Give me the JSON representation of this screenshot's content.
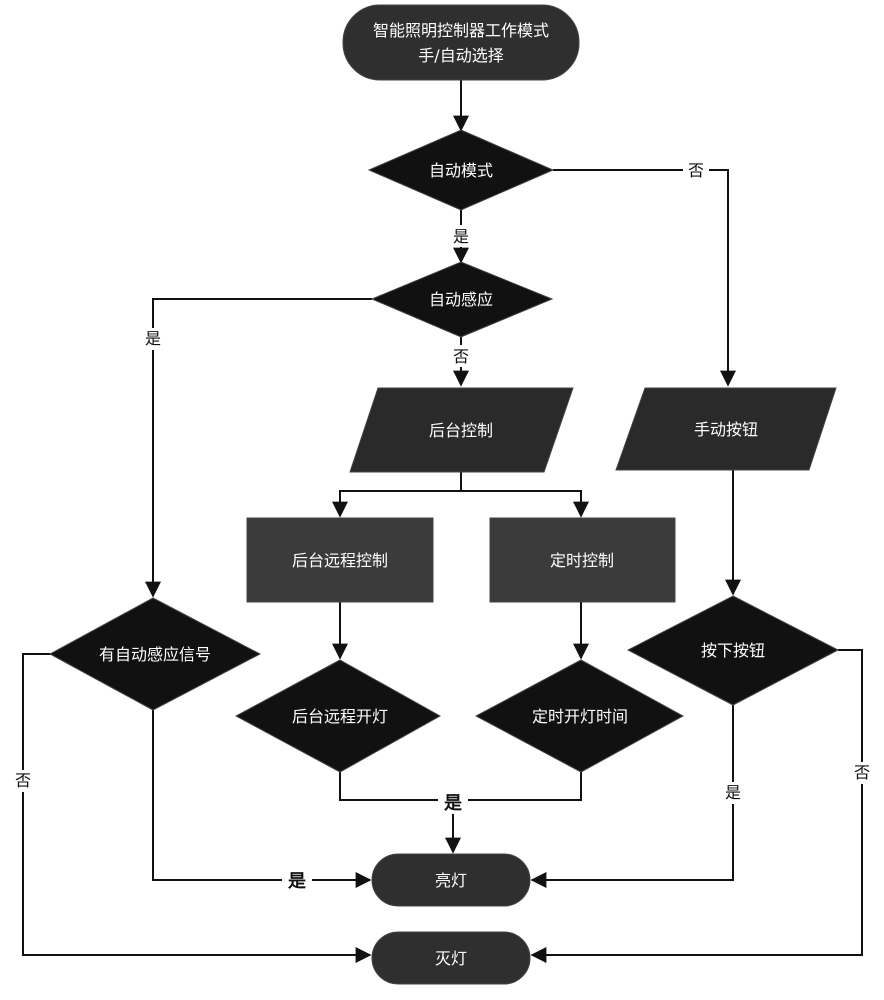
{
  "diagram": {
    "nodes": {
      "start_line1": "智能照明控制器工作模式",
      "start_line2": "手/自动选择",
      "auto_mode": "自动模式",
      "auto_sense": "自动感应",
      "backend_control": "后台控制",
      "manual_button": "手动按钮",
      "remote_control": "后台远程控制",
      "timer_control": "定时控制",
      "sense_signal": "有自动感应信号",
      "remote_on": "后台远程开灯",
      "timer_on": "定时开灯时间",
      "press_button": "按下按钮",
      "light_on": "亮灯",
      "light_off": "灭灯"
    },
    "labels": {
      "yes": "是",
      "no": "否"
    },
    "colors": {
      "terminal": "#2f2f2f",
      "decision": "#111111",
      "io": "#2a2a2a",
      "process": "#3b3b3b",
      "line": "#111111"
    }
  }
}
